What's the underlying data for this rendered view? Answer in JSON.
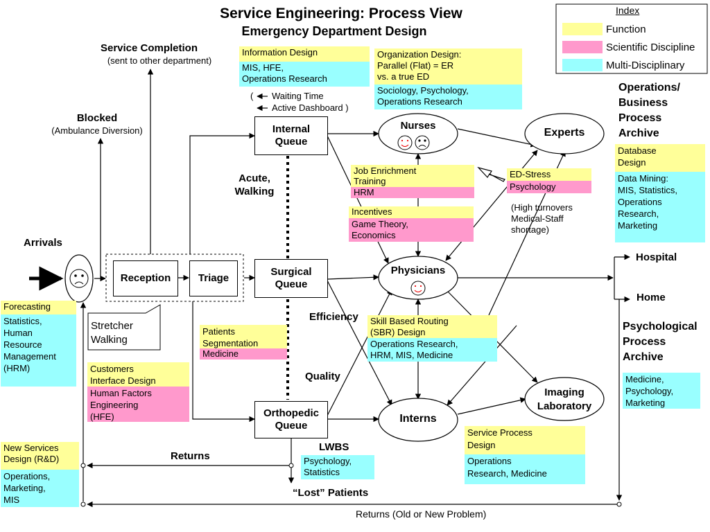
{
  "title": "Service Engineering: Process View",
  "subtitle": "Emergency Department Design",
  "index": {
    "heading": "Index",
    "items": [
      {
        "label": "Function",
        "color": "#ffff99"
      },
      {
        "label": "Scientific Discipline",
        "color": "#ff99cc"
      },
      {
        "label": "Multi-Disciplinary",
        "color": "#99ffff"
      }
    ]
  },
  "nodes": {
    "reception": "Reception",
    "triage": "Triage",
    "internal_queue": "Internal\nQueue",
    "surgical_queue": "Surgical\nQueue",
    "orthopedic_queue": "Orthopedic\nQueue",
    "nurses": "Nurses",
    "experts": "Experts",
    "physicians": "Physicians",
    "interns": "Interns",
    "imaging": "Imaging\nLaboratory"
  },
  "flow_labels": {
    "service_completion": "Service Completion",
    "service_completion_note": "(sent to other department)",
    "blocked": "Blocked",
    "blocked_note": "(Ambulance Diversion)",
    "arrivals": "Arrivals",
    "stretcher_walking": "Stretcher\nWalking",
    "acute_walking": "Acute,\nWalking",
    "efficiency": "Efficiency",
    "quality": "Quality",
    "lwbs": "LWBS",
    "lost_patients": "“Lost” Patients",
    "returns": "Returns",
    "returns_bottom": "Returns (Old or New Problem)",
    "hospital": "Hospital",
    "home": "Home",
    "waiting_time": "Waiting Time",
    "active_dashboard": "Active Dashboard )",
    "open_paren": "(",
    "high_turnovers": "(High turnovers\nMedical-Staff\nshortage)"
  },
  "archives": {
    "operations": "Operations/\nBusiness\nProcess\nArchive",
    "psychological": "Psychological\nProcess\nArchive"
  },
  "labels": {
    "info_design_f": "Information Design",
    "info_design_m": "MIS, HFE,\nOperations Research",
    "org_design_f": "Organization Design:\nParallel (Flat)  =  ER\nvs. a true ED",
    "org_design_m": "Sociology, Psychology,\nOperations Research",
    "job_enrich_f": "Job Enrichment\nTraining",
    "job_enrich_s": "HRM",
    "incentives_f": "Incentives",
    "incentives_s": "Game Theory,\nEconomics",
    "ed_stress_f": "ED-Stress",
    "ed_stress_s": "Psychology",
    "database_f": "Database\nDesign",
    "data_mining_m": "Data Mining:\nMIS, Statistics,\nOperations\nResearch,\nMarketing",
    "forecasting_f": "Forecasting",
    "forecasting_m": "Statistics,\nHuman\nResource\nManagement\n(HRM)",
    "patients_seg_f": "Patients\nSegmentation",
    "patients_seg_s": "Medicine",
    "customers_f": "Customers\nInterface Design",
    "customers_s": "Human Factors\nEngineering\n(HFE)",
    "sbr_f": "Skill Based Routing\n(SBR) Design",
    "sbr_m": "Operations Research,\nHRM, MIS, Medicine",
    "new_services_f": "New Services\nDesign (R&D)",
    "new_services_m": "Operations,\nMarketing,\nMIS",
    "lwbs_m": "Psychology,\nStatistics",
    "service_process_f": "Service Process\nDesign",
    "service_process_m": "Operations\nResearch, Medicine",
    "psych_archive_m": "Medicine,\nPsychology,\nMarketing"
  }
}
